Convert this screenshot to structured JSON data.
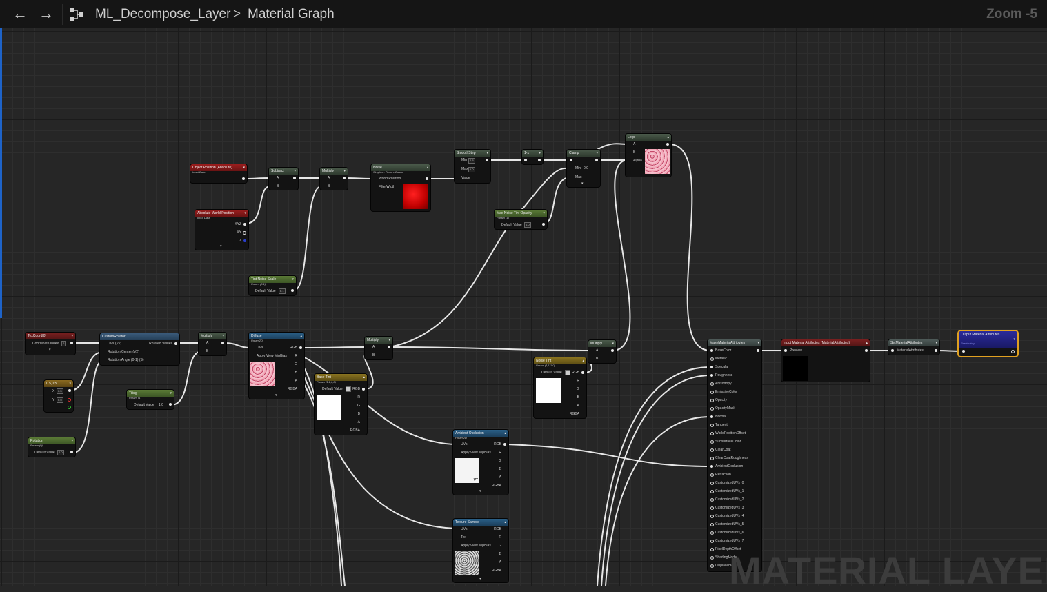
{
  "toolbar": {
    "back_icon": "arrow-left-icon",
    "forward_icon": "arrow-right-icon",
    "graph_icon": "node-graph-icon",
    "breadcrumb_asset": "ML_Decompose_Layer",
    "breadcrumb_separator": ">",
    "breadcrumb_current": "Material Graph",
    "zoom": "Zoom -5"
  },
  "nodes": {
    "obj_pos": {
      "title": "Object Position (Absolute)",
      "subtitle": "Input Data"
    },
    "abs_world": {
      "title": "Absolute World Position",
      "subtitle": "Input Data",
      "pins": [
        "XYZ",
        "XY",
        "Z"
      ]
    },
    "subtract": {
      "title": "Subtract",
      "pins": [
        "A",
        "B"
      ]
    },
    "multiply1": {
      "title": "Multiply",
      "pins": [
        "A",
        "B"
      ]
    },
    "noise": {
      "title": "Noise",
      "subtitle": "Simplex - Texture Based",
      "pins": [
        "World Position",
        "FilterWidth"
      ]
    },
    "smoothstep": {
      "title": "SmoothStep",
      "pins": [
        "Min",
        "Max",
        "Value"
      ],
      "min": "0.5",
      "max": "1.0"
    },
    "one_minus": {
      "title": "1-x"
    },
    "clamp": {
      "title": "Clamp",
      "pins": [
        "Min",
        "Max"
      ],
      "min": "0.0"
    },
    "lerp": {
      "title": "Lerp",
      "pins": [
        "A",
        "B",
        "Alpha"
      ]
    },
    "max_noise": {
      "title": "Max Noise Tint Opacity",
      "subtitle": "Param (1)",
      "label": "Default Value",
      "value": "0.0"
    },
    "tint_noise_scale": {
      "title": "Tint Noise Scale",
      "subtitle": "Param (0.1)",
      "label": "Default Value",
      "value": "0.1"
    },
    "texcoord": {
      "title": "TexCoord[0]",
      "label": "Coordinate Index",
      "value": "0"
    },
    "custom_rotator": {
      "title": "CustomRotator",
      "pins": [
        "UVs (V2)",
        "Rotation Center (V2)",
        "Rotation Angle (0-1) (S)"
      ],
      "out": "Rotated Values"
    },
    "const2": {
      "title": "0.5,0.5",
      "pins": [
        "X",
        "Y"
      ],
      "x": "0.5",
      "y": "0.5"
    },
    "rotation": {
      "title": "Rotation",
      "subtitle": "Param (0)",
      "label": "Default Value",
      "value": "0.0"
    },
    "tiling": {
      "title": "Tiling",
      "subtitle": "Param (1)",
      "label": "Default Value",
      "value": "1.0"
    },
    "multiply2": {
      "title": "Multiply",
      "pins": [
        "A",
        "B"
      ]
    },
    "diffuse": {
      "title": "Diffuse",
      "subtitle": "Param2D",
      "pins": [
        "UVs",
        "Apply View MipBias"
      ],
      "outs": [
        "RGB",
        "R",
        "G",
        "B",
        "A",
        "RGBA"
      ]
    },
    "base_tint": {
      "title": "Base Tint",
      "subtitle": "Param (1,1,1,0)",
      "label": "Default Value",
      "outs": [
        "RGB",
        "R",
        "G",
        "B",
        "A",
        "RGBA"
      ]
    },
    "multiply3": {
      "title": "Multiply",
      "pins": [
        "A",
        "B"
      ]
    },
    "multiply4": {
      "title": "Multiply",
      "pins": [
        "A",
        "B"
      ]
    },
    "noise_tint": {
      "title": "Noise Tint",
      "subtitle": "Param (1,1,1,0)",
      "label": "Default Value",
      "outs": [
        "RGB",
        "R",
        "G",
        "B",
        "A",
        "RGBA"
      ]
    },
    "ao": {
      "title": "Ambient Occlusion",
      "subtitle": "Param2D",
      "pins": [
        "UVs",
        "Apply View MipBias"
      ],
      "outs": [
        "RGB",
        "R",
        "G",
        "B",
        "A",
        "RGBA"
      ],
      "badge": "VT"
    },
    "tex_sample": {
      "title": "Texture Sample",
      "pins": [
        "UVs",
        "Tex",
        "Apply View MipBias"
      ],
      "outs": [
        "RGB",
        "R",
        "G",
        "B",
        "A",
        "RGBA"
      ]
    },
    "make_attr": {
      "title": "MakeMaterialAttributes",
      "pins": [
        "BaseColor",
        "Metallic",
        "Specular",
        "Roughness",
        "Anisotropy",
        "EmissiveColor",
        "Opacity",
        "OpacityMask",
        "Normal",
        "Tangent",
        "WorldPositionOffset",
        "SubsurfaceColor",
        "ClearCoat",
        "ClearCoatRoughness",
        "AmbientOcclusion",
        "Refraction",
        "CustomizedUVs_0",
        "CustomizedUVs_1",
        "CustomizedUVs_2",
        "CustomizedUVs_3",
        "CustomizedUVs_4",
        "CustomizedUVs_5",
        "CustomizedUVs_6",
        "CustomizedUVs_7",
        "PixelDepthOffset",
        "ShadingModel",
        "Displacement"
      ]
    },
    "input_attr": {
      "title": "Input Material Attributes (MaterialAttributes)",
      "pins": [
        "Preview"
      ]
    },
    "set_attr": {
      "title": "SetMaterialAttributes",
      "pins": [
        "MaterialAttributes"
      ]
    },
    "output_attr": {
      "title": "Output Material Attributes",
      "subtitle": "Previewing"
    }
  },
  "watermark": "MATERIAL LAYER",
  "colors": {
    "input_data": "#9c1d1d",
    "param": "#5a7a36",
    "math": "#4a5a4a",
    "texture": "#2a5f87",
    "vector_param": "#8a7420",
    "output": "#2a2a9a",
    "selection": "#e0a020"
  }
}
